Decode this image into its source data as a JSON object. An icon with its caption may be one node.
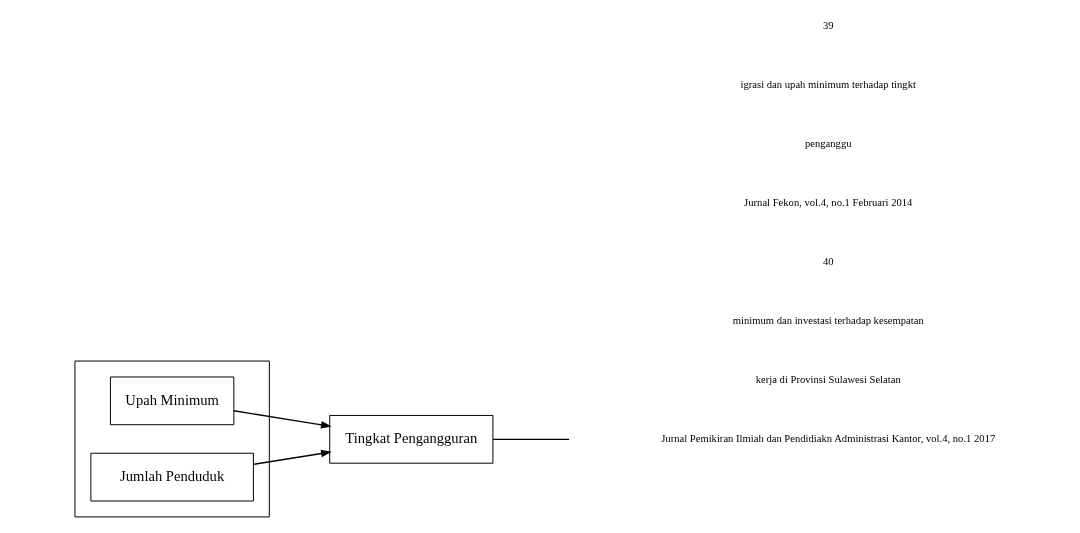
{
  "diagram": {
    "nodes": [
      {
        "text": [],
        "shape": "box"
      },
      {
        "text": [
          "Upah Minimum"
        ],
        "in": 0
      },
      {
        "text": [
          "Jumlah Penduduk"
        ],
        "in": 0
      },
      {
        "text": [
          "Tingkat Pengangguran"
        ]
      }
    ],
    "edges": [
      {
        "from": 1,
        "to": 3,
        "arrow": "to"
      },
      {
        "from": 2,
        "to": 3,
        "arrow": "to"
      },
      {
        "from": 3,
        "to": null,
        "arrow": "none"
      }
    ],
    "labels": [
      "39",
      "igrasi dan upah minimum terhadap tingkt",
      "penganggu",
      "Jurnal Fekon, vol.4, no.1 Februari 2014",
      "40",
      "minimum dan investasi terhadap kesempatan",
      "kerja di Provinsi Sulawesi Selatan",
      "Jurnal Pemikiran Ilmiah dan Pendidiakn Administrasi Kantor, vol.4, no.1 2017"
    ]
  }
}
